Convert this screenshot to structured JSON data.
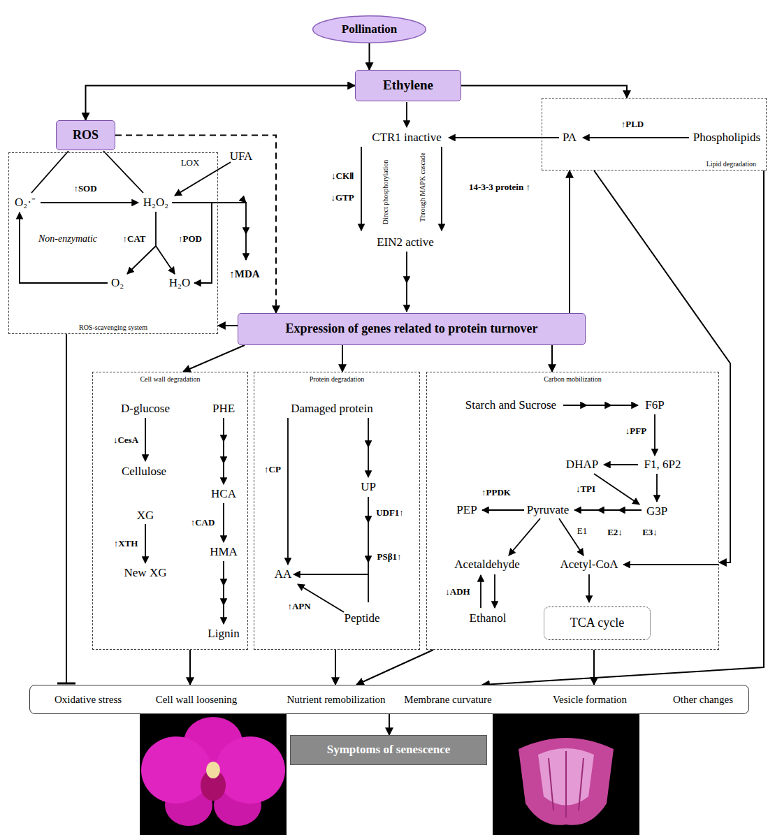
{
  "diagram": {
    "nodes": [
      {
        "text": [
          "Pollination"
        ]
      },
      {
        "text": [
          "Ethylene"
        ]
      },
      {
        "text": [
          "ROS"
        ]
      },
      {
        "text": [
          "ROS-scavenging system"
        ]
      },
      {
        "text": [
          "Lipid degradation"
        ]
      },
      {
        "text": [
          "Expression of genes related to protein turnover"
        ]
      },
      {
        "text": [
          "Cell wall degradation"
        ]
      },
      {
        "text": [
          "Protein degradation"
        ]
      },
      {
        "text": [
          "Carbon mobilization"
        ]
      },
      {
        "text": [
          "TCA cycle"
        ],
        "in": 8
      },
      {
        "text": [
          "Oxidative stress",
          "Cell wall loosening",
          "Nutrient remobilization",
          "Membrane curvature",
          "Vesicle formation",
          "Other changes"
        ]
      },
      {
        "text": [
          "Symptoms of senescence"
        ]
      }
    ],
    "edges": [
      {
        "from": 0,
        "to": 1,
        "arrow": "to"
      },
      {
        "from": 1,
        "to": 2,
        "arrow": "both"
      },
      {
        "from": 1,
        "to": 4,
        "arrow": "to"
      },
      {
        "from": 2,
        "to": 5,
        "arrow": "to"
      },
      {
        "from": 5,
        "to": 3,
        "arrow": "to"
      },
      {
        "from": 5,
        "to": 4,
        "arrow": "to"
      },
      {
        "from": 5,
        "to": 6,
        "arrow": "to"
      },
      {
        "from": 5,
        "to": 7,
        "arrow": "to"
      },
      {
        "from": 5,
        "to": 8,
        "arrow": "to"
      },
      {
        "from": 3,
        "to": 10,
        "arrow": "none"
      },
      {
        "from": 6,
        "to": 10,
        "arrow": "to"
      },
      {
        "from": 7,
        "to": 10,
        "arrow": "to"
      },
      {
        "from": 8,
        "to": 10,
        "arrow": "to"
      },
      {
        "from": 8,
        "to": 10,
        "arrow": "to"
      },
      {
        "from": 4,
        "to": 10,
        "arrow": "to"
      },
      {
        "from": 4,
        "to": 8,
        "arrow": "to"
      },
      {
        "from": 10,
        "to": 11,
        "arrow": "to"
      }
    ],
    "labels": [
      "CTR1 inactive",
      "↓CKⅡ",
      "↓GTP",
      "Direct phosphorylation",
      "Through MAPK cascade",
      "14-3-3 protein ↑",
      "EIN2 active",
      "PA",
      "Phospholipids",
      "↑PLD",
      "O₂·⁻",
      "↑SOD",
      "H₂O₂",
      "LOX",
      "UFA",
      "Non-enzymatic",
      "↑CAT",
      "↑POD",
      "O₂",
      "H₂O",
      "↑MDA",
      "D-glucose",
      "PHE",
      "↓CesA",
      "Cellulose",
      "HCA",
      "XG",
      "↑CAD",
      "↑XTH",
      "HMA",
      "New XG",
      "Lignin",
      "Damaged protein",
      "↑CP",
      "UP",
      "UDF1↑",
      "PSβ1↑",
      "AA",
      "↑APN",
      "Peptide",
      "Starch and Sucrose",
      "F6P",
      "↓PFP",
      "DHAP",
      "F1, 6P2",
      "↑PPDK",
      "↓TPI",
      "PEP",
      "Pyruvate",
      "G3P",
      "E1",
      "E2↓",
      "E3↓",
      "Acetaldehyde",
      "Acetyl-CoA",
      "↓ADH",
      "Ethanol"
    ]
  }
}
